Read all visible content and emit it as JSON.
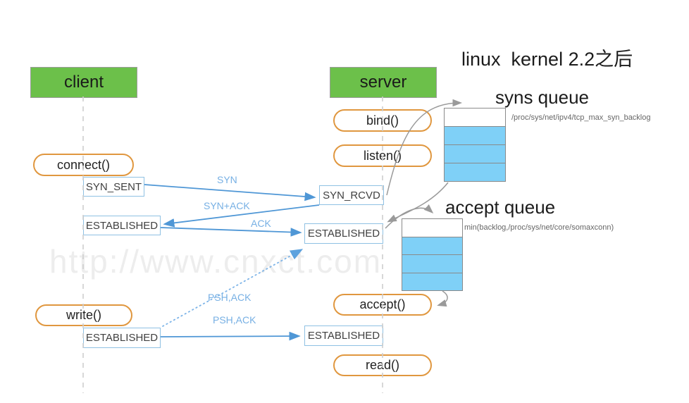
{
  "title": "linux  kernel 2.2之后",
  "watermark": "http://www.cnxct.com",
  "actors": {
    "client": "client",
    "server": "server"
  },
  "syscalls": {
    "connect": "connect()",
    "bind": "bind()",
    "listen": "listen()",
    "write": "write()",
    "accept": "accept()",
    "read": "read()"
  },
  "states": {
    "syn_sent": "SYN_SENT",
    "syn_rcvd": "SYN_RCVD",
    "client_established_1": "ESTABLISHED",
    "server_established_1": "ESTABLISHED",
    "client_established_2": "ESTABLISHED",
    "server_established_2": "ESTABLISHED"
  },
  "messages": {
    "syn": "SYN",
    "syn_ack": "SYN+ACK",
    "ack": "ACK",
    "psh_ack_dotted": "PSH,ACK",
    "psh_ack": "PSH,ACK"
  },
  "queues": {
    "syns": {
      "title": "syns queue",
      "note": "/proc/sys/net/ipv4/tcp_max_syn_backlog",
      "slots": 4,
      "filled": 3
    },
    "accept": {
      "title": "accept queue",
      "note": "min(backlog,/proc/sys/net/core/somaxconn)",
      "slots": 4,
      "filled": 3
    }
  },
  "colors": {
    "actor_green": "#6cc04a",
    "pill_orange": "#e0973f",
    "state_border_blue": "#8fc1e3",
    "arrow_blue": "#4f97d6",
    "label_blue": "#77b0e4",
    "queue_fill_blue": "#7fd0f7",
    "gray_arrow": "#9a9a9a",
    "lifeline_gray": "#cfcfcf",
    "watermark_gray": "#ededed"
  }
}
